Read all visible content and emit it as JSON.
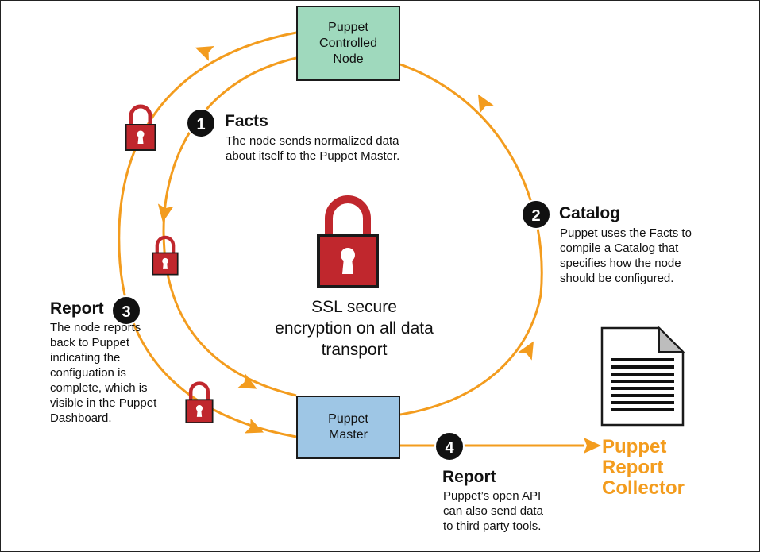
{
  "colors": {
    "arrow": "#f39c1e",
    "lock": "#c0272d",
    "node_box": "#9fd9bd",
    "master_box": "#9ec6e5",
    "step_badge": "#111111",
    "collector_text": "#f39c1e"
  },
  "nodes": {
    "controlled_node": {
      "label": "Puppet Controlled Node"
    },
    "master": {
      "label": "Puppet Master"
    },
    "collector": {
      "label": "Puppet Report Collector"
    }
  },
  "center": {
    "caption": "SSL secure encryption on all data transport",
    "icon": "padlock-icon"
  },
  "steps": [
    {
      "number": "1",
      "title": "Facts",
      "description": "The node sends normalized data about itself to the Puppet Master."
    },
    {
      "number": "2",
      "title": "Catalog",
      "description": "Puppet uses the Facts to compile a Catalog that specifies how the node should be configured."
    },
    {
      "number": "3",
      "title": "Report",
      "description": "The node reports back to Puppet indicating the configuation is complete, which is visible in the Puppet Dashboard."
    },
    {
      "number": "4",
      "title": "Report",
      "description": "Puppet’s open API can also send data to third party tools."
    }
  ],
  "icons": [
    "padlock-icon",
    "document-icon"
  ]
}
